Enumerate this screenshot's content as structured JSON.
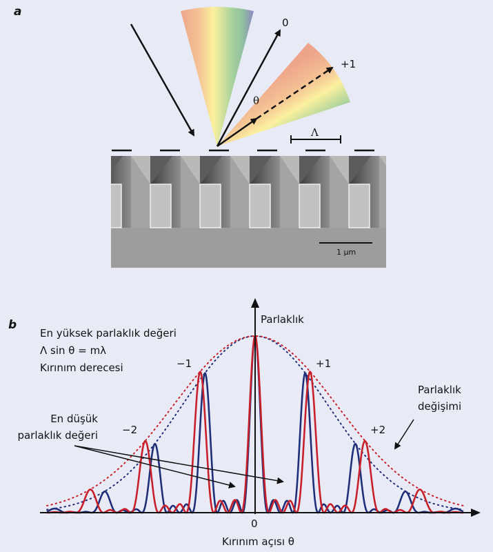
{
  "panel_a": {
    "label": "a",
    "order_zero": "0",
    "order_plus_one": "+1",
    "angle_symbol": "θ",
    "period_symbol": "Λ",
    "scale_bar": "1 µm"
  },
  "panel_b": {
    "label": "b",
    "y_axis_label": "Parlaklık",
    "x_axis_label": "Kırınım açısı θ",
    "origin_label": "0",
    "max_line1": "En yüksek parlaklık değeri",
    "max_formula": "Λ sin θ = mλ",
    "max_line3": "Kırınım derecesi",
    "min_line1": "En düşük",
    "min_line2": "parlaklık değeri",
    "envelope_line1": "Parlaklık",
    "envelope_line2": "değişimi",
    "orders": {
      "m1": "−1",
      "p1": "+1",
      "m2": "−2",
      "p2": "+2"
    }
  },
  "colors": {
    "red": "#c8202a",
    "blue": "#1f2e78",
    "background": "#e8ebf6"
  }
}
